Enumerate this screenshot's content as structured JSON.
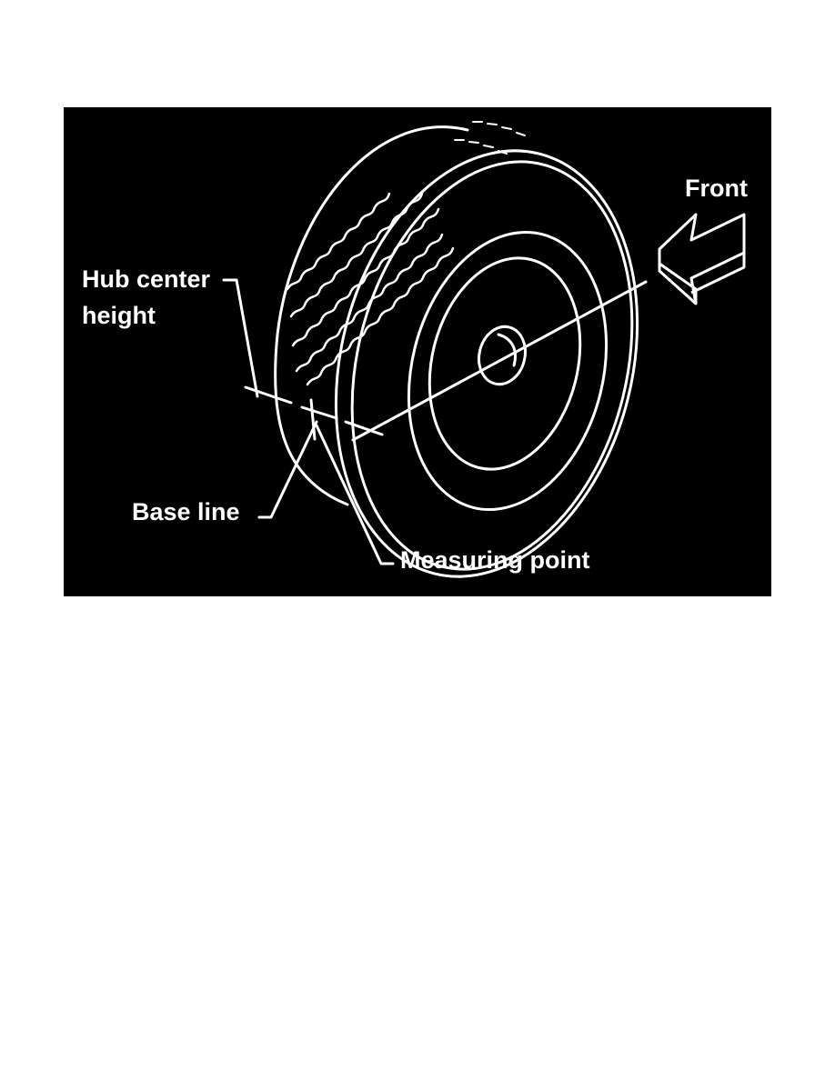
{
  "diagram": {
    "labels": {
      "front": "Front",
      "hub_center_line1": "Hub center",
      "hub_center_line2": "height",
      "base_line": "Base line",
      "measuring_point": "Measuring point"
    },
    "colors": {
      "background": "#000000",
      "line_art": "#ffffff",
      "page": "#ffffff"
    }
  }
}
